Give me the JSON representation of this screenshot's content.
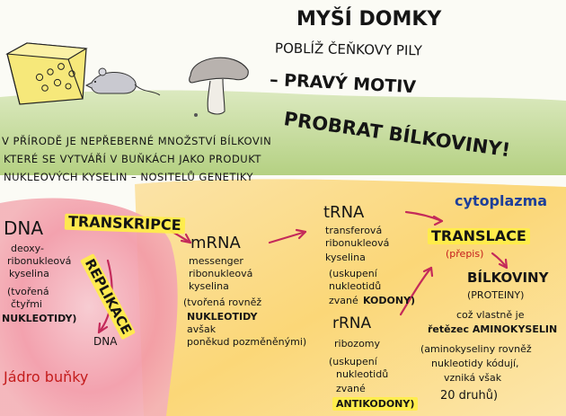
{
  "title_lines": [
    "MYŠÍ DOMKY",
    "POBLÍŽ ČEŇKOVY PILY",
    "– PRAVÝ MOTIV",
    "PROBRAT BÍLKOVINY!"
  ],
  "intro_lines": [
    "V PŘÍRODĚ JE NEPŘEBERNÉ MNOŽSTVÍ BÍLKOVIN",
    "KTERÉ SE VYTVÁŘÍ V BUŇKÁCH JAKO PRODUKT",
    "NUKLEOVÝCH KYSELIN – NOSITELŮ GENETIKY"
  ],
  "dna": {
    "title": "DNA",
    "desc_lines": [
      "deoxy-",
      "ribonukleová",
      "kyselina",
      "(tvořená",
      "čtyřmi",
      "NUKLEOTIDY)"
    ],
    "replica_label": "DNA"
  },
  "transkripce": "TRANSKRIPCE",
  "replikace": "REPLIKACE",
  "mrna": {
    "title": "mRNA",
    "desc_lines": [
      "messenger",
      "ribonukleová",
      "kyselina",
      "(tvořená rovněž",
      "NUKLEOTIDY",
      "avšak",
      "poněkud pozměněnými)"
    ]
  },
  "trna": {
    "title": "tRNA",
    "desc_lines": [
      "transferová",
      "ribonukleová",
      "kyselina",
      "(uskupení",
      "nukleotidů",
      "zvané"
    ],
    "kodony": "KODONY)"
  },
  "rrna": {
    "title": "rRNA",
    "desc_lines": [
      "ribozomy",
      "(uskupení",
      "nukleotidů",
      "zvané"
    ],
    "antikodony": "ANTIKODONY)"
  },
  "cytoplazma": "cytoplazma",
  "translace": "TRANSLACE",
  "prepis": "(přepis)",
  "bilkoviny": {
    "title": "BÍLKOVINY",
    "sub": "(PROTEINY)",
    "desc_lines": [
      "což vlastně je",
      "řetězec AMINOKYSELIN",
      "(aminokyseliny rovněž",
      "nukleotidy kódují,",
      "vzniká však",
      "20 druhů)"
    ]
  },
  "nucleus_label": "Jádro buňky",
  "colors": {
    "nucleus": "#f29aa8",
    "cytoplasm": "#fbd36a",
    "grass": "#a8c96e",
    "highlight": "#fff048",
    "arrow": "#c42a5a",
    "cheese": "#f6e87a"
  }
}
